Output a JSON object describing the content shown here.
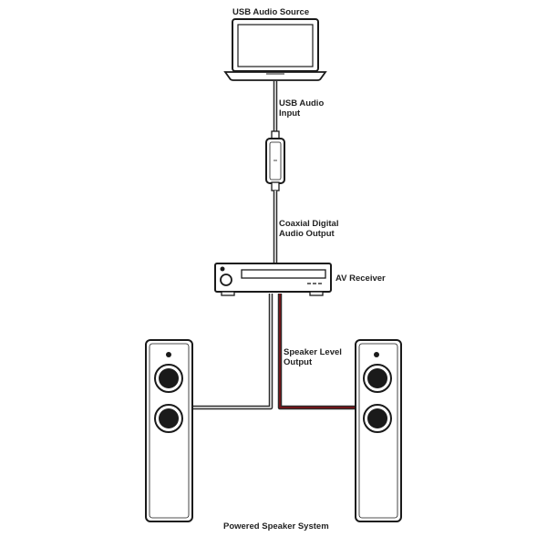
{
  "labels": {
    "usb_audio_source": "USB Audio Source",
    "usb_audio_input_1": "USB Audio",
    "usb_audio_input_2": "Input",
    "coaxial_output_1": "Coaxial Digital",
    "coaxial_output_2": "Audio Output",
    "av_receiver": "AV Receiver",
    "speaker_level_1": "Speaker Level",
    "speaker_level_2": "Output",
    "powered_speaker_system": "Powered Speaker System"
  },
  "colors": {
    "outline": "#1a1a1a",
    "cable_dark": "#2b2b2b",
    "cable_red": "#7a1518",
    "background": "#ffffff"
  },
  "icons": [
    "laptop-icon",
    "usb-converter-icon",
    "av-receiver-icon",
    "speaker-left-icon",
    "speaker-right-icon"
  ]
}
